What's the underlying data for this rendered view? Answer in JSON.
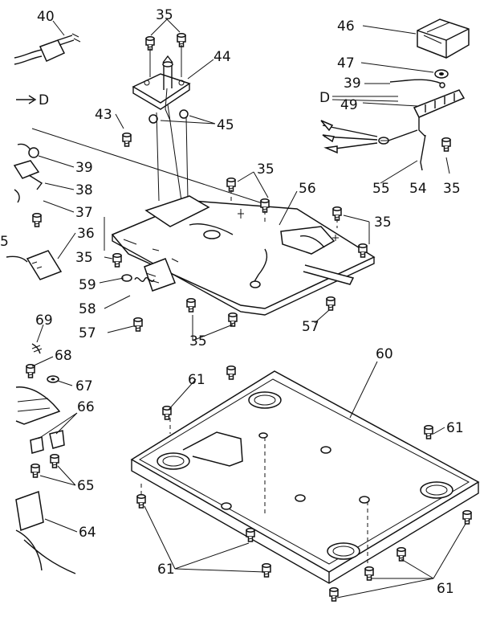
{
  "callouts": {
    "c40": "40",
    "c35a": "35",
    "c44": "44",
    "c46": "46",
    "c47": "47",
    "c39a": "39",
    "cD1": "D",
    "cD2": "D",
    "c49": "49",
    "c43": "43",
    "c45": "45",
    "c39b": "39",
    "c38": "38",
    "c37": "37",
    "c35b": "35",
    "c56": "56",
    "c55": "55",
    "c54": "54",
    "c35c": "35",
    "c36": "36",
    "c35d": "35",
    "c35e": "35",
    "c59": "59",
    "c58": "58",
    "c57a": "57",
    "c35f": "35",
    "c57b": "57",
    "c69": "69",
    "c68": "68",
    "c67": "67",
    "c66": "66",
    "c60": "60",
    "c61a": "61",
    "c61b": "61",
    "c65": "65",
    "c64": "64",
    "c61c": "61",
    "c61d": "61",
    "c5": "5"
  },
  "icons": [
    "screw-icon",
    "ac-plug-icon",
    "bracket-icon",
    "arrow-icon"
  ]
}
